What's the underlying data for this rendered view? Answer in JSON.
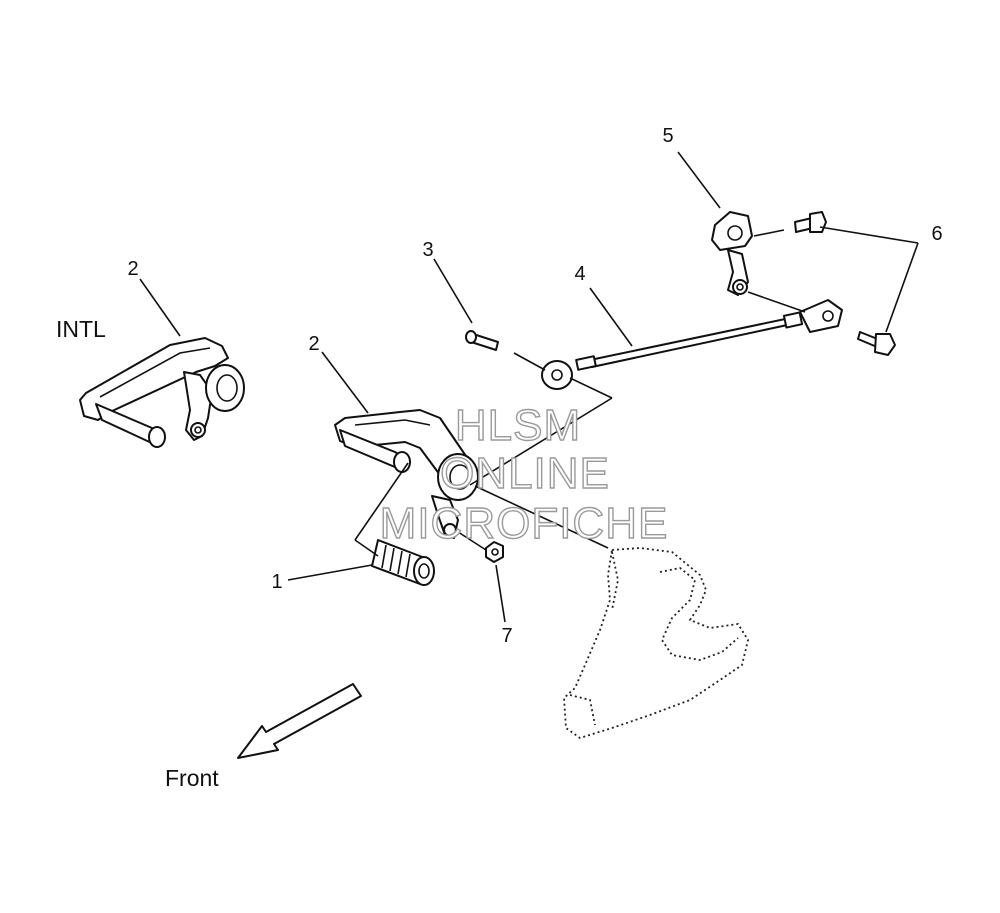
{
  "callouts": {
    "c1": "1",
    "c2_intl": "2",
    "c2_main": "2",
    "c3": "3",
    "c4": "4",
    "c5": "5",
    "c6": "6",
    "c7": "7"
  },
  "labels": {
    "intl": "INTL",
    "front": "Front"
  },
  "watermark": {
    "line1": "HLSM",
    "line2": "ONLINE",
    "line3": "MICROFICHE"
  }
}
